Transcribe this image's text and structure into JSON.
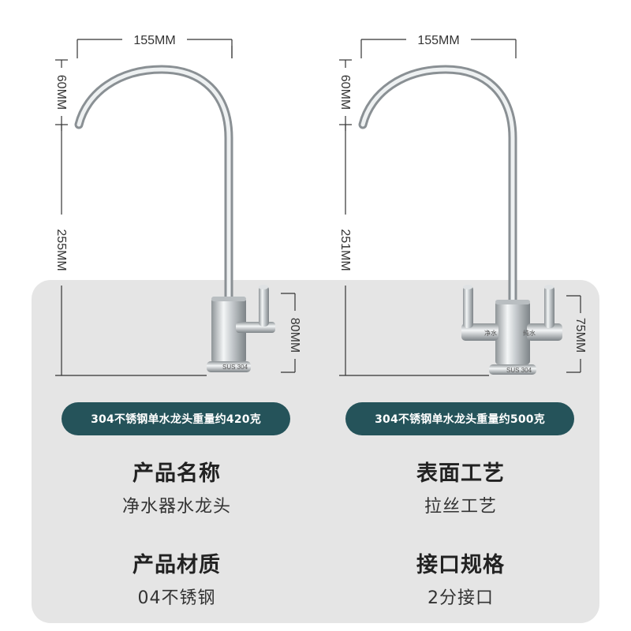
{
  "colors": {
    "pill_bg": "#25535a",
    "panel_bg": "#e5e5e5",
    "steel": "#cfd3d6"
  },
  "left_faucet": {
    "width_label": "155MM",
    "spout_drop_label": "60MM",
    "height_label": "255MM",
    "base_label": "80MM",
    "engraving": "SUS 304",
    "caption": "304不锈钢单水龙头重量约420克"
  },
  "right_faucet": {
    "width_label": "155MM",
    "spout_drop_label": "60MM",
    "height_label": "251MM",
    "base_label": "75MM",
    "engraving": "SUS 304",
    "handle_left_label": "净水",
    "handle_right_label": "纯水",
    "caption": "304不锈钢单水龙头重量约500克"
  },
  "specs": [
    {
      "label": "产品名称",
      "value": "净水器水龙头"
    },
    {
      "label": "表面工艺",
      "value": "拉丝工艺"
    },
    {
      "label": "产品材质",
      "value": "04不锈钢"
    },
    {
      "label": "接口规格",
      "value": "2分接口"
    }
  ]
}
